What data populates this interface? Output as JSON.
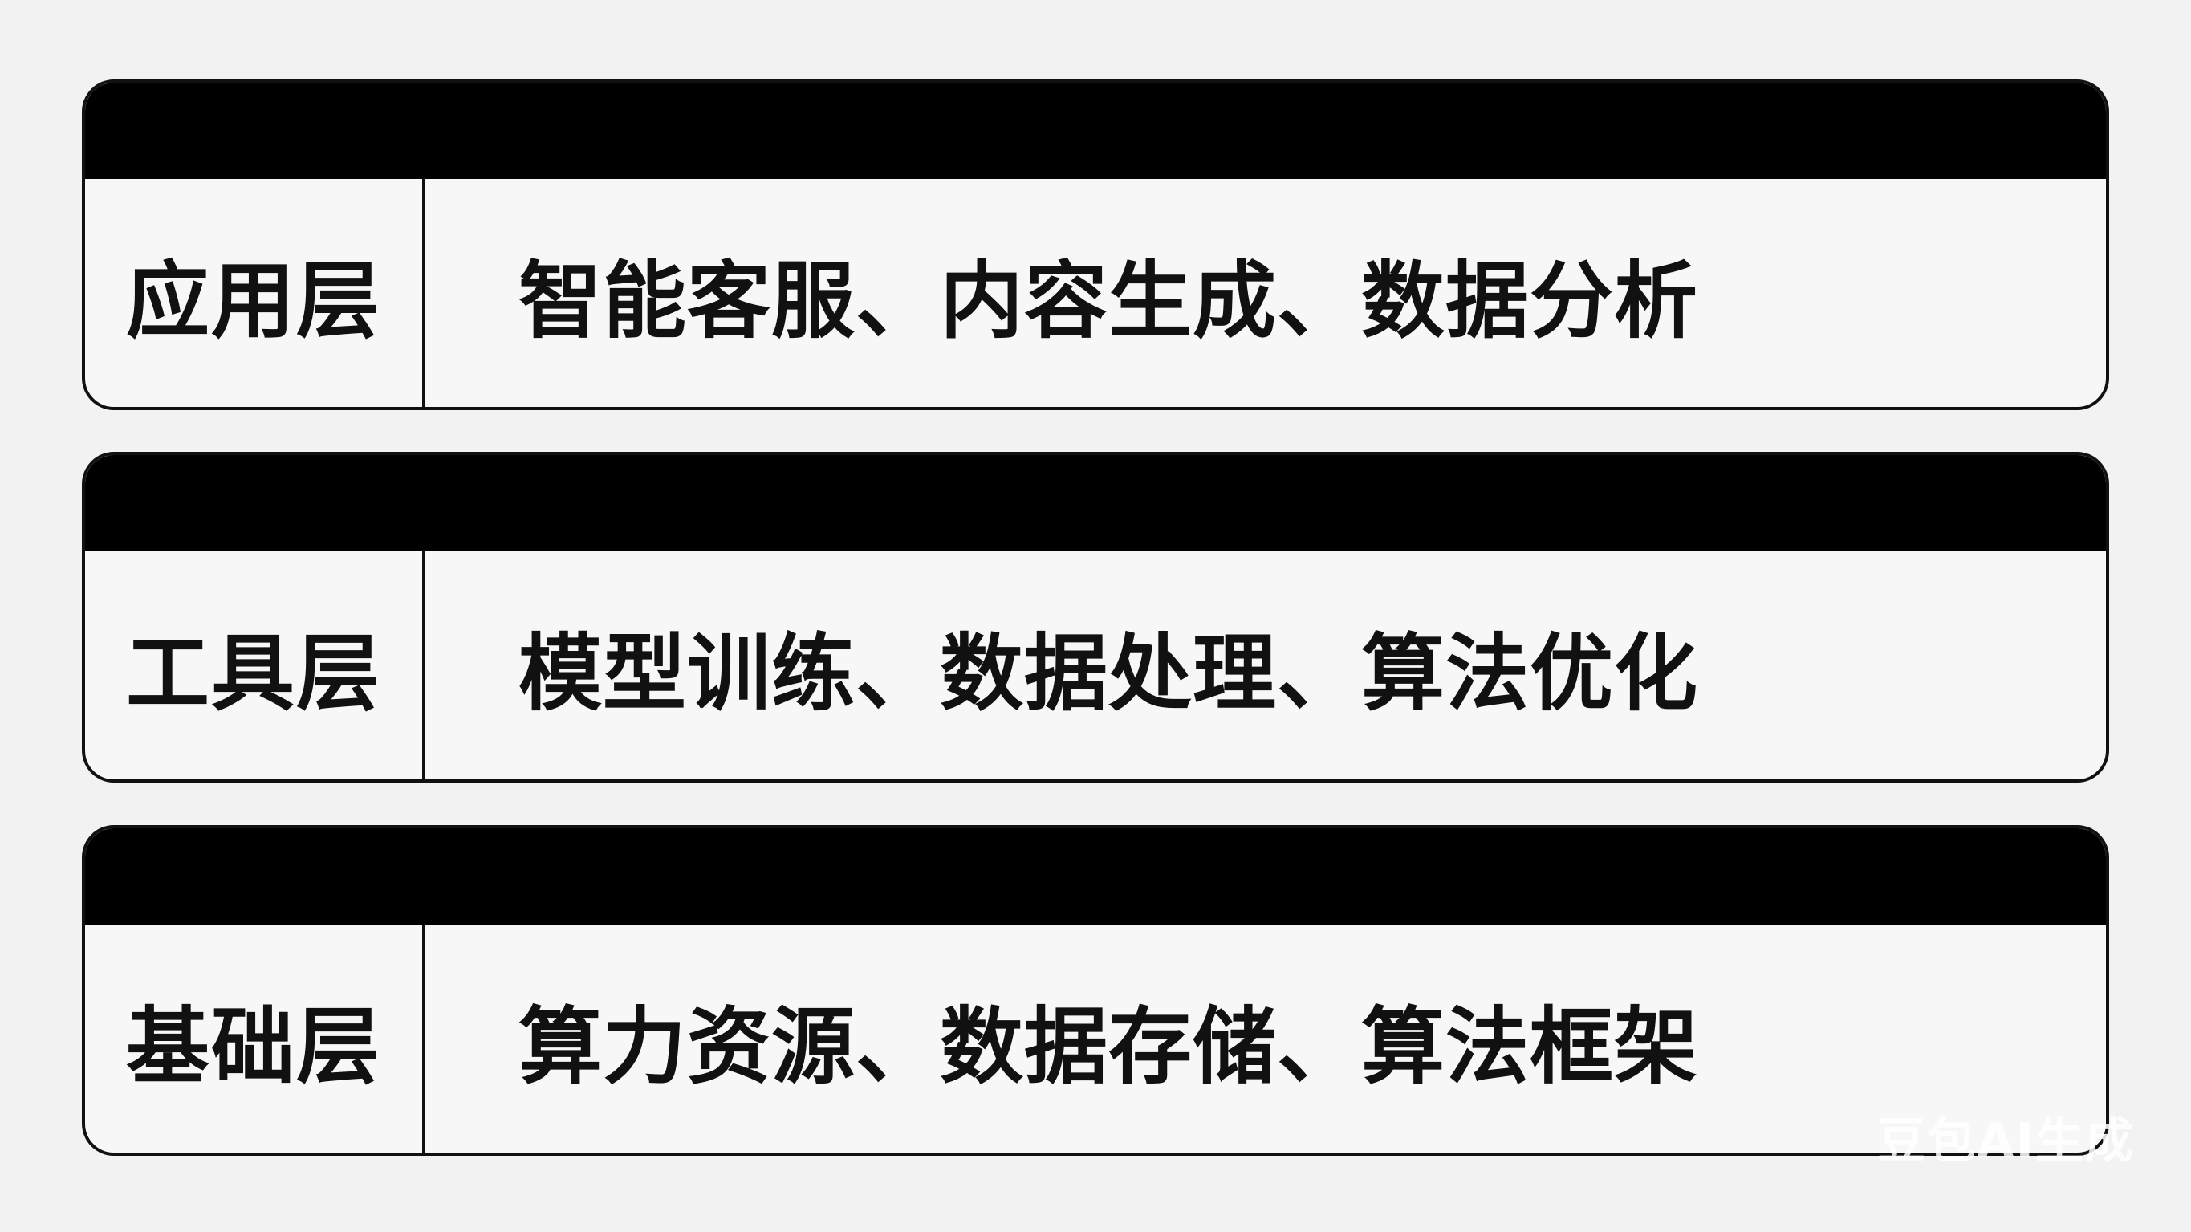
{
  "layers": [
    {
      "name": "应用层",
      "content": "智能客服、内容生成、数据分析"
    },
    {
      "name": "工具层",
      "content": "模型训练、数据处理、算法优化"
    },
    {
      "name": "基础层",
      "content": "算力资源、数据存储、算法框架"
    }
  ],
  "watermark": "豆包AI生成",
  "colors": {
    "background": "#f2f2f2",
    "header_bar": "#000000",
    "panel": "#f7f7f7",
    "border": "#111111",
    "text": "#111111"
  }
}
